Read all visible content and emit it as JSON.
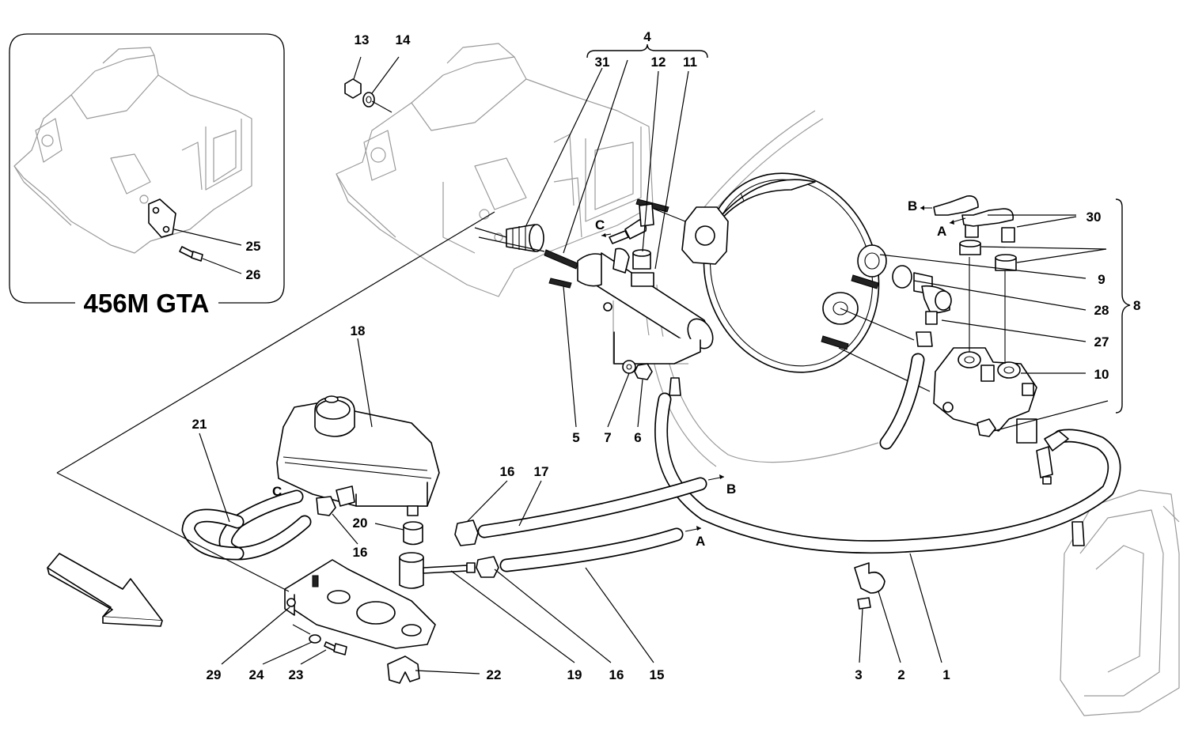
{
  "inset": {
    "title": "456M GTA",
    "callouts": [
      "25",
      "26"
    ]
  },
  "callouts": {
    "c1": "1",
    "c2": "2",
    "c3": "3",
    "c4": "4",
    "c5": "5",
    "c6": "6",
    "c7": "7",
    "c8": "8",
    "c9": "9",
    "c10": "10",
    "c11": "11",
    "c12": "12",
    "c13": "13",
    "c14": "14",
    "c15": "15",
    "c16a": "16",
    "c16b": "16",
    "c16c": "16",
    "c17": "17",
    "c18": "18",
    "c19": "19",
    "c20": "20",
    "c21": "21",
    "c22": "22",
    "c23": "23",
    "c24": "24",
    "c27": "27",
    "c28": "28",
    "c29": "29",
    "c30": "30",
    "c31": "31"
  },
  "connection_markers": {
    "a_left": "A",
    "a_right": "A",
    "b_left": "B",
    "b_right": "B",
    "c_left": "C",
    "c_top": "C"
  },
  "colors": {
    "line": "#000000",
    "ghost_line": "#9a9a9a",
    "background": "#ffffff"
  },
  "icons": [
    "direction-arrow-icon"
  ]
}
